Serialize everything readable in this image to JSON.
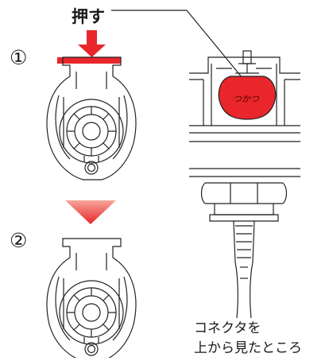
{
  "labels": {
    "push": "押す",
    "step1": "①",
    "step2": "②",
    "caption_line1": "コネクタを",
    "caption_line2": "上から見たところ",
    "cap_text": "つかつ"
  },
  "colors": {
    "accent_red": "#e8262b",
    "line": "#222222"
  },
  "icons": {
    "push_arrow": "down-arrow-icon",
    "transition_arrow": "down-triangle-icon"
  }
}
